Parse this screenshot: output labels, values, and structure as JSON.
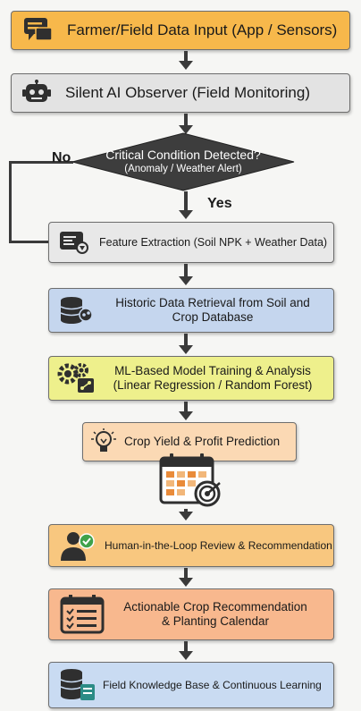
{
  "steps": {
    "input": "Farmer/Field Data Input (App / Sensors)",
    "observer": "Silent AI Observer (Field Monitoring)",
    "decision_title": "Critical Condition Detected?",
    "decision_sub": "(Anomaly / Weather Alert)",
    "no_label": "No",
    "yes_label": "Yes",
    "feature": "Feature Extraction (Soil NPK + Weather Data)",
    "historic_1": "Historic Data Retrieval from Soil and",
    "historic_2": "Crop Database",
    "ml_1": "ML-Based Model Training & Analysis",
    "ml_2": "(Linear Regression / Random Forest)",
    "yield": "Crop Yield & Profit Prediction",
    "human": "Human-in-the-Loop Review & Recommendation",
    "action_1": "Actionable Crop Recommendation",
    "action_2": "& Planting Calendar",
    "knowledge": "Field Knowledge Base & Continuous Learning"
  },
  "colors": {
    "orange": "#f7b84b",
    "grey": "#e3e3e3",
    "blue": "#c5d6ee",
    "yellow_green": "#eef08c",
    "peach": "#fbd9b4",
    "orange_light": "#f8c77f",
    "salmon": "#f8b88e",
    "light_blue": "#c9dbf2",
    "dark": "#3a3a3a"
  },
  "icons": [
    "chat-icon",
    "robot-icon",
    "document-search-icon",
    "database-icon",
    "gears-icon",
    "lightbulb-icon",
    "calendar-target-icon",
    "person-check-icon",
    "checklist-icon",
    "server-icon"
  ]
}
